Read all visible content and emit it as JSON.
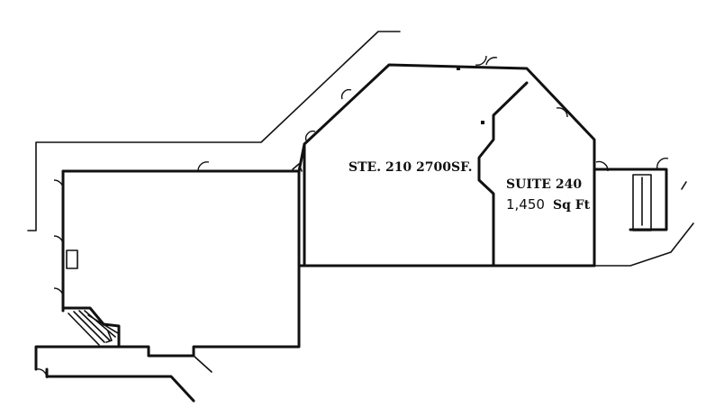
{
  "floorplan": {
    "suite_210_label": "STE. 210 2700SF.",
    "suite_240": {
      "name": "SUITE 240",
      "area_number": "1,450",
      "area_unit": "Sq Ft"
    }
  }
}
